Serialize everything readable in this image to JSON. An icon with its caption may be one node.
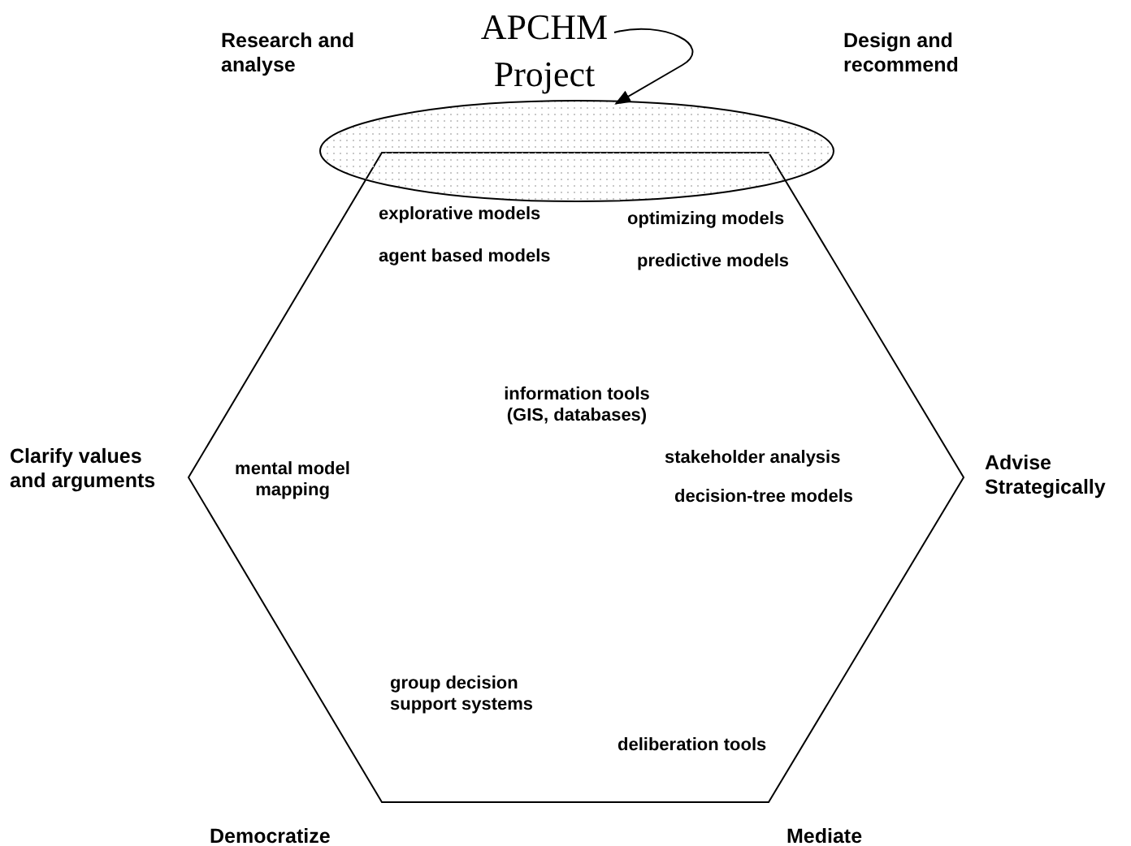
{
  "diagram": {
    "nodes": [
      {
        "text": [],
        "shape": "hexagon"
      },
      {
        "text": [],
        "shape": "ellipse"
      },
      {
        "text": [
          "APCHM Project"
        ]
      }
    ],
    "edges": [
      {
        "from": 2,
        "to": 1,
        "arrow": "to"
      }
    ],
    "labels": [
      "Research and analyse",
      "Design and recommend",
      "explorative models",
      "optimizing models",
      "agent based models",
      "predictive models",
      "information tools (GIS, databases)",
      "Clarify values and arguments",
      "mental model mapping",
      "stakeholder analysis",
      "decision-tree models",
      "Advise Strategically",
      "group decision support systems",
      "deliberation tools",
      "Democratize",
      "Mediate"
    ]
  }
}
